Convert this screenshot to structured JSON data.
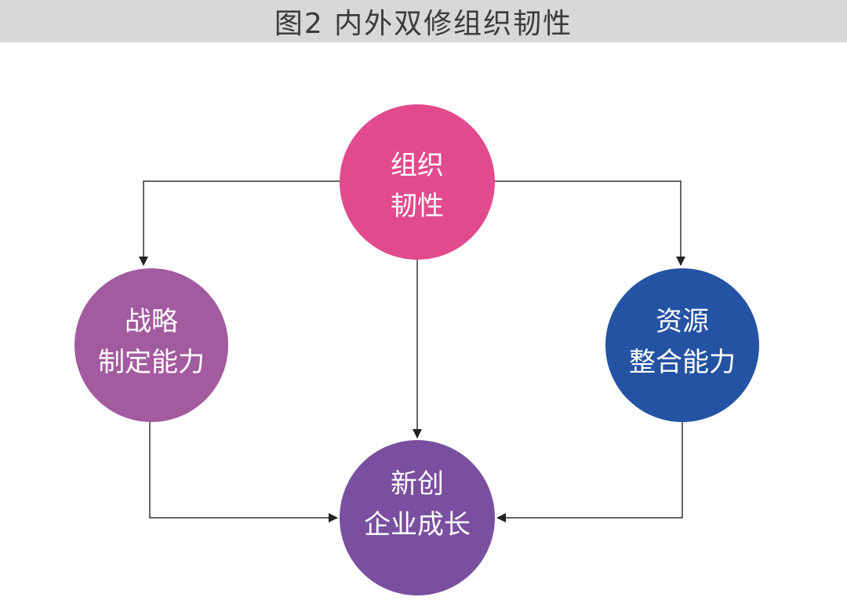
{
  "title": "图2  内外双修组织韧性",
  "nodes": {
    "resilience": {
      "lines": [
        "组织",
        "韧性"
      ],
      "color": "#e14b8d"
    },
    "strategy": {
      "lines": [
        "战略",
        "制定能力"
      ],
      "color": "#a35b9f"
    },
    "resource": {
      "lines": [
        "资源",
        "整合能力"
      ],
      "color": "#2553a3"
    },
    "growth": {
      "lines": [
        "新创",
        "企业成长"
      ],
      "color": "#7a4f9f"
    }
  },
  "colors": {
    "line": "#333333",
    "header_bg": "#d8d8d8"
  }
}
